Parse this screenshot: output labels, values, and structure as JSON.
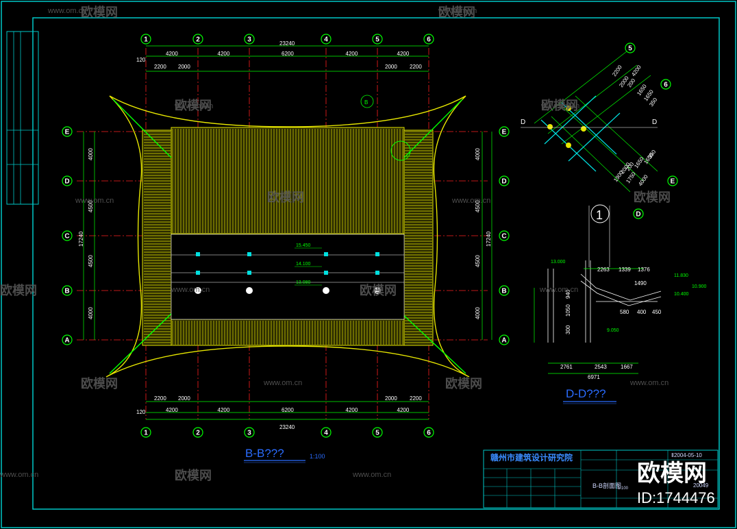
{
  "drawing": {
    "plan_title": "B-B???",
    "plan_scale": "1:100",
    "section_title": "D-D???",
    "detail_marker": "1",
    "section_marker_b": "B",
    "axis_numbers": [
      "1",
      "2",
      "3",
      "4",
      "5",
      "6"
    ],
    "axis_letters": [
      "E",
      "D",
      "C",
      "B",
      "A"
    ],
    "top_total": "23240",
    "top_dims": [
      "4200",
      "4200",
      "6200",
      "4200",
      "4200"
    ],
    "top_subdims": [
      "2200",
      "2000",
      "2000",
      "2200"
    ],
    "edge_dim": "120",
    "left_total": "17240",
    "left_dims": [
      "4000",
      "4500",
      "4500",
      "4000"
    ],
    "elevations": [
      "15.450",
      "14.100",
      "13.080"
    ],
    "diag_dims_top": [
      "4200",
      "2200",
      "2000",
      "200",
      "1650",
      "1650",
      "350"
    ],
    "diag_dims_bottom": [
      "350",
      "1650",
      "1650",
      "200",
      "2000",
      "1900",
      "1750",
      "4000"
    ],
    "cut_label": "D",
    "section_elevations": [
      "13.000",
      "11.830",
      "10.900",
      "10.400",
      "9.050"
    ],
    "section_top_dims": [
      "2263",
      "1339",
      "1376",
      "1490"
    ],
    "section_mid_dims": [
      "580",
      "400",
      "450"
    ],
    "section_left_dims": [
      "940",
      "1050",
      "300"
    ],
    "section_bottom_dims": [
      "2761",
      "2543",
      "1667"
    ],
    "section_total": "6971"
  },
  "title_block": {
    "institute": "赣州市建筑设计研究院",
    "date": "Ⅱ2004-05-10",
    "sheet_name": "B-B剖面图",
    "sheet_no": "20049",
    "scale_cell": "1:100"
  },
  "watermark": {
    "brand": "欧模网",
    "url": "www.om.cn",
    "id_text": "ID:1744476"
  },
  "colors": {
    "frame": "#00c8c8",
    "axis": "#00ff00",
    "roof": "#e6e600",
    "red_axis": "#ff2020",
    "dims": "#ffffff",
    "label_blue": "#2a6cff",
    "struct_cyan": "#00e0e0"
  }
}
